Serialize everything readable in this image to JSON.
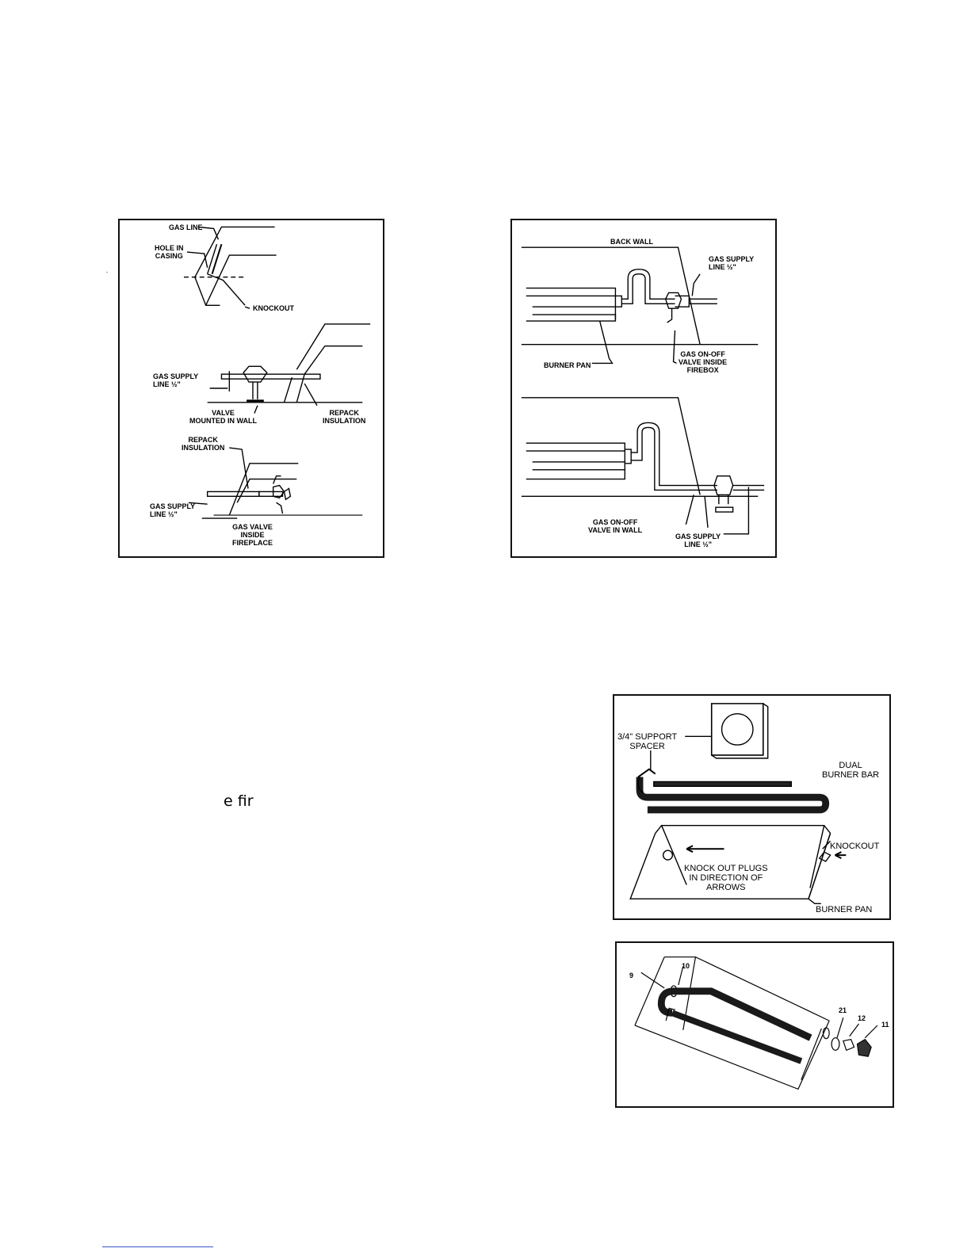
{
  "figure1": {
    "labels": {
      "gas_line": "GAS LINE",
      "hole_in_casing": "HOLE IN\nCASING",
      "knockout": "KNOCKOUT",
      "gas_supply_line_1": "GAS SUPPLY\nLINE ½\"",
      "valve_mounted": "VALVE\nMOUNTED IN WALL",
      "repack_insulation_1": "REPACK\nINSULATION",
      "repack_insulation_2": "REPACK\nINSULATION",
      "gas_supply_line_2": "GAS SUPPLY\nLINE ½\"",
      "gas_valve_inside": "GAS VALVE\nINSIDE\nFIREPLACE"
    }
  },
  "figure2": {
    "labels": {
      "back_wall": "BACK WALL",
      "gas_supply_top": "GAS SUPPLY\nLINE ½\"",
      "burner_pan": "BURNER PAN",
      "gas_onoff_firebox": "GAS ON-OFF\nVALVE INSIDE\nFIREBOX",
      "gas_onoff_wall": "GAS ON-OFF\nVALVE IN WALL",
      "gas_supply_bottom": "GAS SUPPLY\nLINE ½\""
    }
  },
  "figure3": {
    "labels": {
      "support_spacer": "3/4\" SUPPORT\nSPACER",
      "dual_burner_bar": "DUAL\nBURNER BAR",
      "knockout": "KNOCKOUT",
      "knock_out_plugs": "KNOCK OUT PLUGS\nIN DIRECTION OF\nARROWS",
      "burner_pan": "BURNER PAN"
    }
  },
  "figure4": {
    "part_numbers": [
      "9",
      "10",
      "21",
      "12",
      "11"
    ]
  },
  "text_fragment": "e fir"
}
